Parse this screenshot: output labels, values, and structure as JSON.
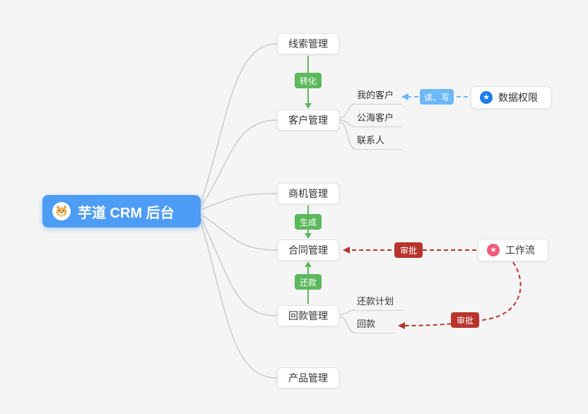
{
  "root": {
    "label": "芋道 CRM 后台",
    "icon": "dog-icon"
  },
  "topics": {
    "leads": {
      "label": "线索管理"
    },
    "customer": {
      "label": "客户管理",
      "children": [
        {
          "label": "我的客户"
        },
        {
          "label": "公海客户"
        },
        {
          "label": "联系人"
        }
      ]
    },
    "opportunity": {
      "label": "商机管理"
    },
    "contract": {
      "label": "合同管理"
    },
    "receivable": {
      "label": "回款管理",
      "children": [
        {
          "label": "还款计划"
        },
        {
          "label": "回款"
        }
      ]
    },
    "product": {
      "label": "产品管理"
    }
  },
  "side_nodes": {
    "data_permission": {
      "label": "数据权限",
      "icon": "star-blue-icon"
    },
    "workflow": {
      "label": "工作流",
      "icon": "star-pink-icon"
    }
  },
  "badges": {
    "convert": {
      "label": "转化",
      "color": "#5cb85c"
    },
    "generate": {
      "label": "生成",
      "color": "#5cb85c"
    },
    "repay": {
      "label": "还款",
      "color": "#5cb85c"
    },
    "read_write": {
      "label": "读、写",
      "color": "#6db8f8"
    },
    "approve_contract": {
      "label": "审批",
      "color": "#b8342c"
    },
    "approve_receivable": {
      "label": "审批",
      "color": "#b8342c"
    }
  },
  "colors": {
    "canvas_background": "#f5f5f5",
    "root_background": "#4d9cf5",
    "edge_gray": "#c8c8c8",
    "flow_green": "#5cb85c",
    "permission_blue": "#6db8f8",
    "approval_red": "#b8342c",
    "star_blue": "#1a7cf0",
    "star_pink": "#f25b77"
  }
}
